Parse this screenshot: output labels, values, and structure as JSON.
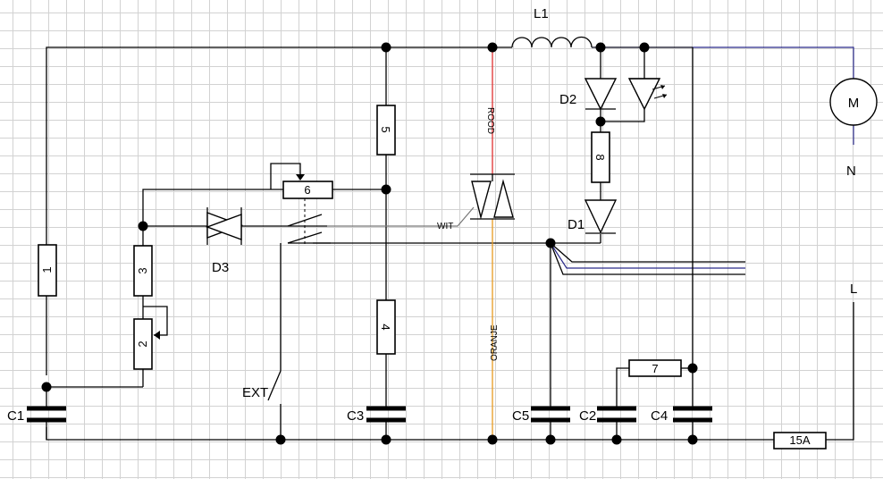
{
  "labels": {
    "L1": "L1",
    "D1": "D1",
    "D2": "D2",
    "D3": "D3",
    "C1": "C1",
    "C2": "C2",
    "C3": "C3",
    "C4": "C4",
    "C5": "C5",
    "EXT": "EXT",
    "M": "M",
    "N": "N",
    "L": "L",
    "fuse": "15A",
    "wire_rood": "ROOD",
    "wire_oranje": "ORANJE",
    "wire_wit": "WIT"
  },
  "resistors": {
    "r1": "1",
    "r2": "2",
    "r3": "3",
    "r4": "4",
    "r5": "5",
    "r6": "6",
    "r7": "7",
    "r8": "8"
  },
  "colors": {
    "rood": "#e03030",
    "oranje": "#e89a20",
    "wire_gray": "#777777",
    "wire_blue": "#2a2a8a",
    "grid": "#d2d2d2"
  }
}
